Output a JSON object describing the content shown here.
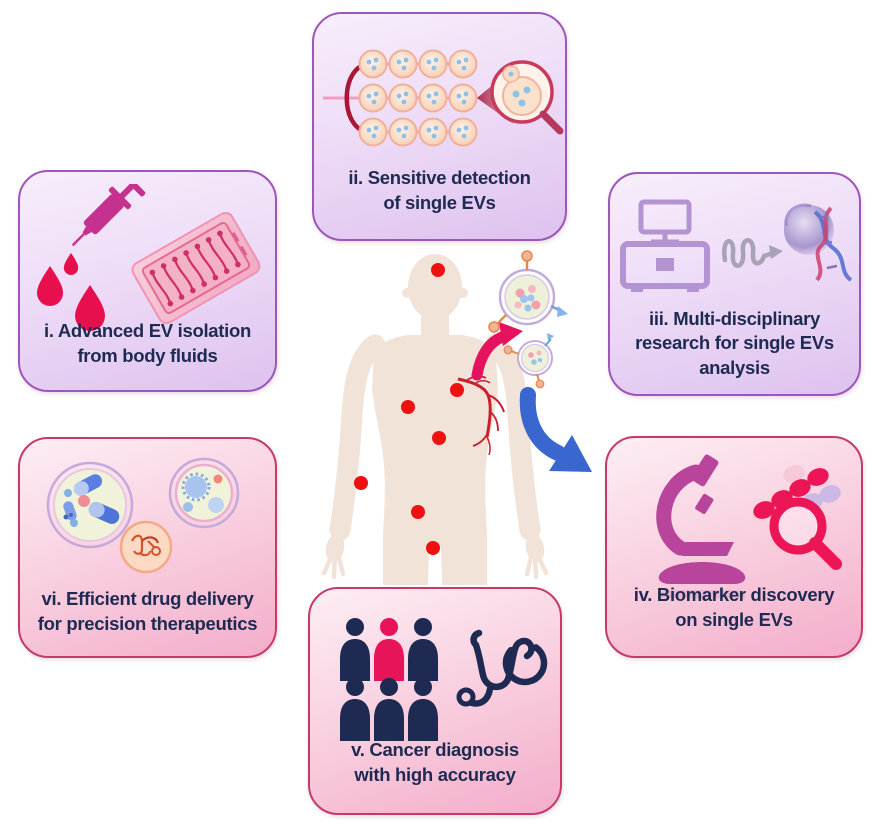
{
  "diagram_title": "",
  "boxes": [
    {
      "numeral": "i",
      "label": "i. Advanced EV isolation\nfrom body fluids",
      "theme": "purple",
      "icons": [
        "syringe-icon",
        "blood-drop-icon",
        "microfluidic-chip-icon"
      ]
    },
    {
      "numeral": "ii",
      "label": "ii. Sensitive detection\nof single EVs",
      "theme": "purple",
      "icons": [
        "ev-flow-channel-icon",
        "magnifier-single-ev-icon"
      ]
    },
    {
      "numeral": "iii",
      "label": "iii. Multi-disciplinary\nresearch for single EVs\nanalysis",
      "theme": "purple",
      "icons": [
        "analyzer-instrument-icon",
        "signal-wave-arrow-icon",
        "ev-dna-icon"
      ]
    },
    {
      "numeral": "iv",
      "label": "iv. Biomarker discovery\non single EVs",
      "theme": "pink",
      "icons": [
        "microscope-icon",
        "biomarker-beads-icon",
        "magnifier-icon"
      ]
    },
    {
      "numeral": "v",
      "label": "v. Cancer diagnosis\nwith high accuracy",
      "theme": "pink",
      "icons": [
        "patient-group-icon",
        "stethoscope-icon"
      ]
    },
    {
      "numeral": "vi",
      "label": "vi. Efficient drug delivery\nfor precision therapeutics",
      "theme": "pink",
      "icons": [
        "drug-loaded-vesicle-icon",
        "nanoparticle-vesicle-icon",
        "rna-vesicle-icon"
      ]
    }
  ],
  "center": {
    "figure": "human-body-silhouette",
    "tumor_site_count": 7,
    "elements": [
      "tumor-site-dots",
      "blood-vessel",
      "released-evs",
      "ev-release-arrow",
      "analysis-arrow"
    ]
  },
  "colors": {
    "purple_box_border": "#9d56bb",
    "purple_box_fill": "#ecd9f6",
    "pink_box_border": "#c53a67",
    "pink_box_fill": "#f8c9db",
    "caption_text": "#1e2a52",
    "tumor_dot": "#ee1111",
    "skin": "#f2e3d8",
    "release_arrow": "#e5135e",
    "analysis_arrow": "#3a67cf"
  }
}
